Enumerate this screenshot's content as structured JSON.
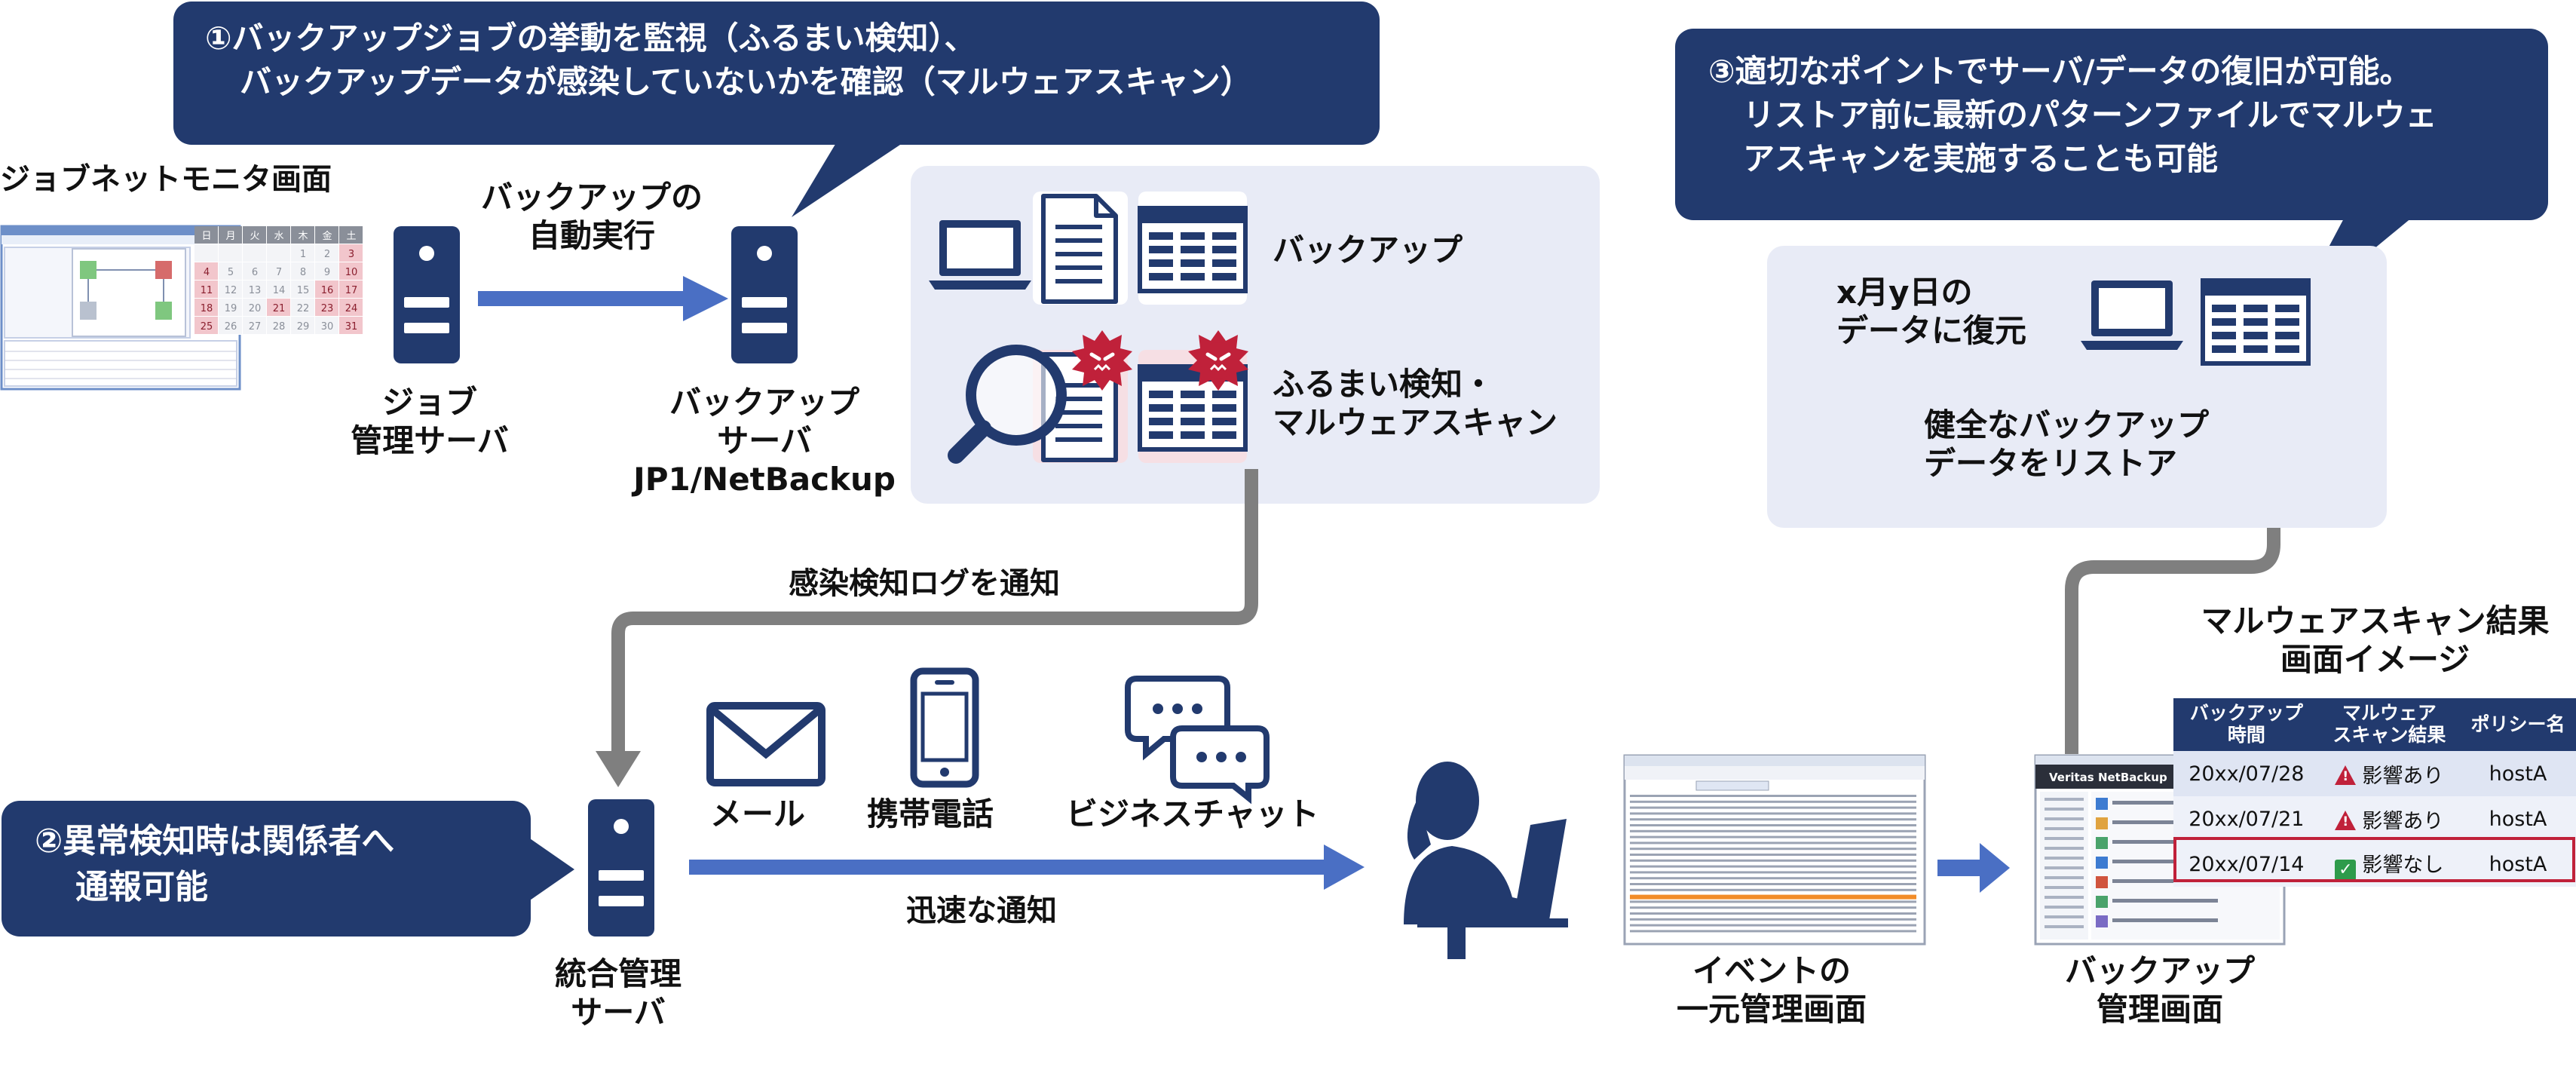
{
  "callouts": {
    "c1_line1": "①バックアップジョブの挙動を監視（ふるまい検知）、",
    "c1_line2": "バックアップデータが感染していないかを確認（マルウェアスキャン）",
    "c2_line1": "②異常検知時は関係者へ",
    "c2_line2": "通報可能",
    "c3_line1": "③適切なポイントでサーバ/データの復旧が可能。",
    "c3_line2": "リストア前に最新のパターンファイルでマルウェ",
    "c3_line3": "アスキャンを実施することも可能"
  },
  "monitor": {
    "title": "ジョブネットモニタ画面",
    "calendar_headers": [
      "日",
      "月",
      "火",
      "水",
      "木",
      "金",
      "土"
    ],
    "calendar_days": [
      "",
      "",
      "",
      "",
      "1",
      "2",
      "3",
      "4",
      "5",
      "6",
      "7",
      "8",
      "9",
      "10",
      "11",
      "12",
      "13",
      "14",
      "15",
      "16",
      "17",
      "18",
      "19",
      "20",
      "21",
      "22",
      "23",
      "24",
      "25",
      "26",
      "27",
      "28",
      "29",
      "30",
      "31"
    ]
  },
  "servers": {
    "job_line1": "ジョブ",
    "job_line2": "管理サーバ",
    "backup_line1": "バックアップ",
    "backup_line2": "サーバ",
    "backup_line3": "JP1/NetBackup",
    "integrated_line1": "統合管理",
    "integrated_line2": "サーバ"
  },
  "flow": {
    "auto_run_line1": "バックアップの",
    "auto_run_line2": "自動実行",
    "notify_log": "感染検知ログを通知",
    "quick_notify": "迅速な通知"
  },
  "backup_panel": {
    "backup_label": "バックアップ",
    "detect_line1": "ふるまい検知・",
    "detect_line2": "マルウェアスキャン"
  },
  "channels": {
    "mail": "メール",
    "phone": "携帯電話",
    "chat": "ビジネスチャット"
  },
  "restore_panel": {
    "date_line1": "x月y日の",
    "date_line2": "データに復元",
    "restore_line1": "健全なバックアップ",
    "restore_line2": "データをリストア"
  },
  "screens": {
    "event_line1": "イベントの",
    "event_line2": "一元管理画面",
    "backup_mgmt_line1": "バックアップ",
    "backup_mgmt_line2": "管理画面",
    "netbackup_brand": "Veritas NetBackup"
  },
  "scan_result": {
    "title_line1": "マルウェアスキャン結果",
    "title_line2": "画面イメージ",
    "headers": [
      "バックアップ\n時間",
      "マルウェア\nスキャン結果",
      "ポリシー名"
    ],
    "rows": [
      {
        "time": "20xx/07/28",
        "result": "影響あり",
        "status": "warning",
        "policy": "hostA"
      },
      {
        "time": "20xx/07/21",
        "result": "影響あり",
        "status": "warning",
        "policy": "hostA"
      },
      {
        "time": "20xx/07/14",
        "result": "影響なし",
        "status": "ok",
        "policy": "hostA"
      }
    ]
  },
  "colors": {
    "navy": "#223a6e",
    "arrow_blue": "#4a6fc4",
    "arrow_gray": "#7f7f7f",
    "panel_bg": "#e8ebf6",
    "alert_red": "#c0213a"
  }
}
